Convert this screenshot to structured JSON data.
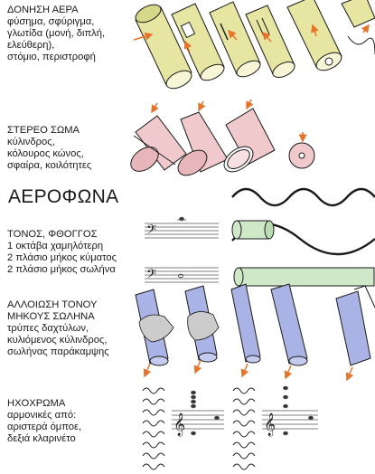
{
  "sections": [
    {
      "id": "air",
      "lines": [
        "ΔΟΝΗΣΗ ΑΕΡΑ",
        "φύσημα, σφύριγμα,",
        "γλωτίδα (μονή, διπλή,",
        "ελεύθερη),",
        "στόμιο, περιστροφή"
      ]
    },
    {
      "id": "solid",
      "lines": [
        "ΣΤΕΡΕΟ ΣΩΜΑ",
        "κύλινδρος,",
        "κόλουρος κώνος,",
        "σφαίρα, κοιλότητες"
      ]
    },
    {
      "id": "pitch",
      "lines": [
        "ΤΟΝΟΣ, ΦΘΟΓΓΟΣ",
        "1 οκτάβα χαμηλότερη",
        "2 πλάσιο μήκος κύματος",
        "2 πλάσιο μήκος σωλήνα"
      ]
    },
    {
      "id": "tube",
      "lines": [
        "ΑΛΛΟΙΩΣΗ ΤΟΝΟΥ",
        "ΜΗΚΟΥΣ ΣΩΛΗΝΑ",
        "τρύπες δαχτύλων,",
        "κυλιόμενος κύλινδρος,",
        "σωλήνας παράκαμψης"
      ]
    },
    {
      "id": "timbre",
      "lines": [
        "ΗΧΟΧΡΩΜΑ",
        "αρμονικές από:",
        "αριστερά όμποε,",
        "δεξιά κλαρινέτο"
      ]
    }
  ],
  "heading": "ΑΕΡΟΦΩΝΑ",
  "colors": {
    "yellow": "#e6e6a2",
    "pink": "#f0c9cc",
    "green": "#cfe8c8",
    "blue": "#aab3e6",
    "arrow": "#e8732a",
    "ink": "#1a1a1a"
  },
  "icons": [
    "bass-clef-icon",
    "treble-clef-icon"
  ]
}
